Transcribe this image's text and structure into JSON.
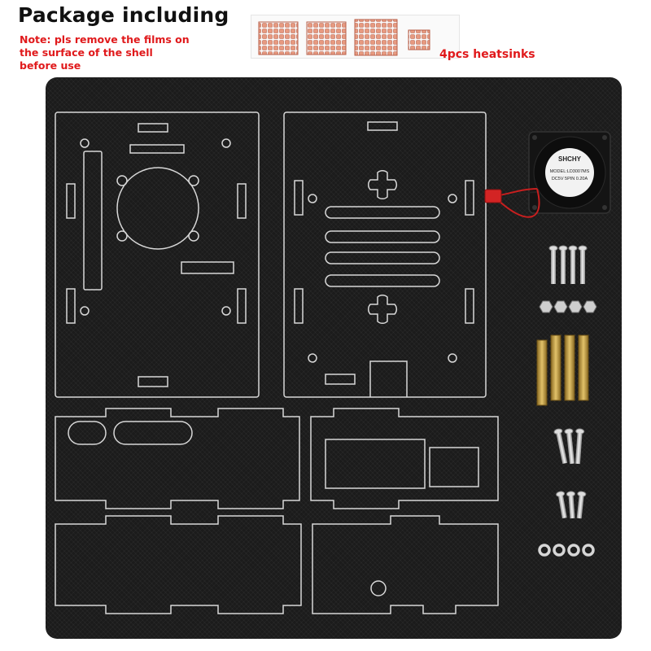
{
  "title": "Package including",
  "note": {
    "line1": "Note: pls remove the films on",
    "line2": "the surface of the shell",
    "line3": "before use"
  },
  "heatsinks": {
    "label": "4pcs heatsinks",
    "color": "#d9826a"
  },
  "fan": {
    "brand": "SHCHY",
    "model": "MODEL:LD3007MS",
    "spec": "DC5V 5PIN 0.20A"
  },
  "colors": {
    "title": "#111111",
    "note": "#e0191b",
    "mat": "#1b1b1b",
    "acrylic": "#d8d8d8",
    "brass": "#c8a24a"
  }
}
